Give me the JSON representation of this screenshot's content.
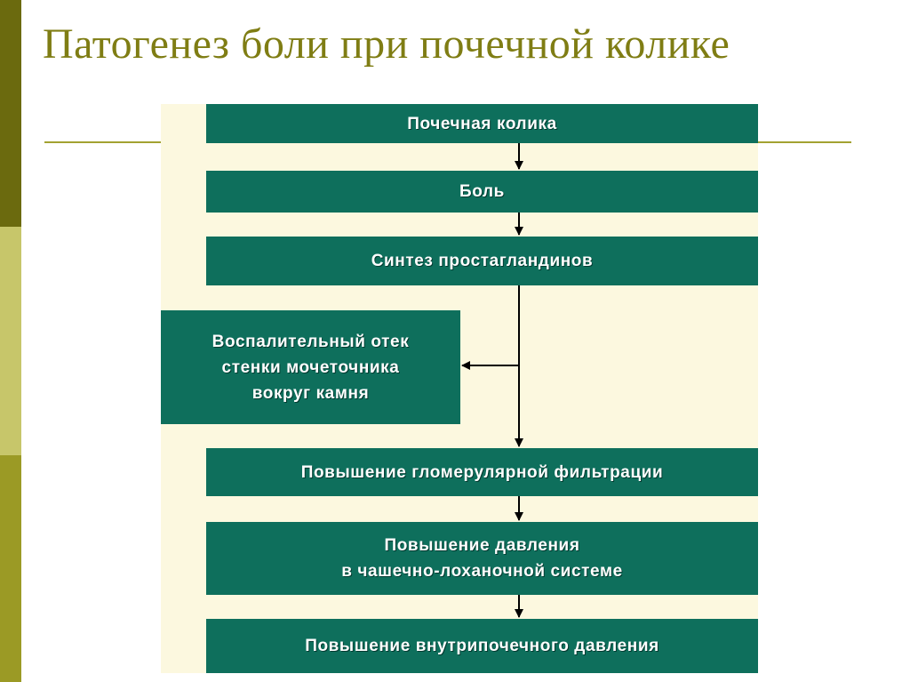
{
  "slide": {
    "title": "Патогенез боли при почечной колике"
  },
  "diagram": {
    "boxes": [
      "Почечная колика",
      "Боль",
      "Синтез простагландинов",
      "Воспалительный отек\nстенки мочеточника\nвокруг камня",
      "Повышение гломерулярной фильтрации",
      "Повышение давления\nв чашечно-лоханочной системе",
      "Повышение внутрипочечного давления"
    ]
  },
  "colors": {
    "box_fill": "#0e6f5c",
    "panel_bg": "#fcf8df",
    "title": "#7f7d14",
    "accent_dark": "#6b6a0e",
    "accent_light": "#c7c66a",
    "accent_mid": "#9b9a25"
  }
}
